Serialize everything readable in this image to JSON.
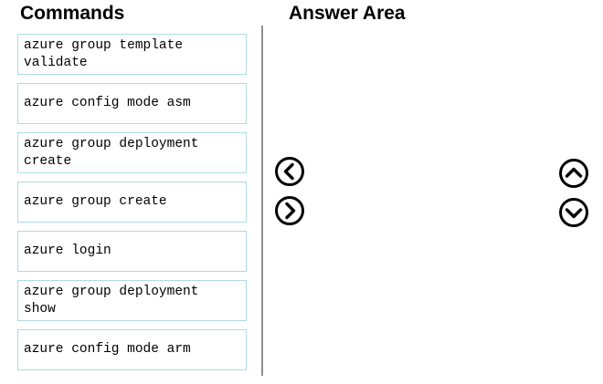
{
  "commands": {
    "title": "Commands",
    "items": [
      {
        "label": "azure group template\nvalidate"
      },
      {
        "label": "azure config mode asm"
      },
      {
        "label": "azure group deployment\ncreate"
      },
      {
        "label": "azure group create"
      },
      {
        "label": "azure login"
      },
      {
        "label": "azure group deployment\nshow"
      },
      {
        "label": "azure config mode arm"
      }
    ]
  },
  "answer_area": {
    "title": "Answer Area"
  },
  "controls": {
    "move_left_icon": "chevron-left-circle-icon",
    "move_right_icon": "chevron-right-circle-icon",
    "move_up_icon": "chevron-up-circle-icon",
    "move_down_icon": "chevron-down-circle-icon"
  },
  "colors": {
    "item_border": "#aedbe6",
    "divider": "#8f8f8f",
    "icon": "#000000"
  }
}
